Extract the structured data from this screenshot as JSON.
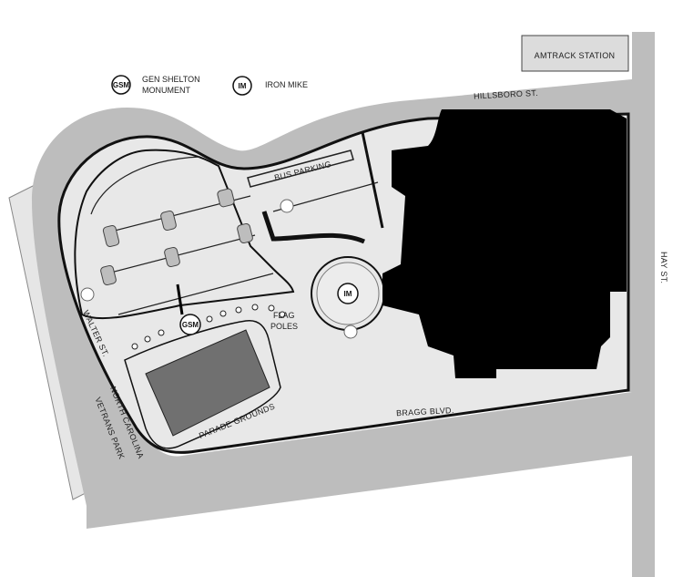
{
  "legend": {
    "items": [
      {
        "code": "GSM",
        "label_lines": [
          "GEN SHELTON",
          "MONUMENT"
        ]
      },
      {
        "code": "IM",
        "label_lines": [
          "IRON MIKE"
        ]
      }
    ]
  },
  "landmarks": {
    "amtrack": "AMTRACK STATION",
    "veterans_park_lines": [
      "NORTH CAROLINA",
      "VETRANS PARK"
    ],
    "bus_parking": "BUS PARKING",
    "flag_poles_lines": [
      "FLAG",
      "POLES"
    ],
    "parade_grounds": "PARADE GROUNDS",
    "gsm_marker": "GSM",
    "im_marker": "IM"
  },
  "streets": {
    "hillsboro": "HILLSBORO ST.",
    "hay": "HAY ST.",
    "walter": "WALTER ST.",
    "bragg": "BRAGG BLVD."
  },
  "colors": {
    "road": "#bdbdbd",
    "building": "#000000",
    "lot": "#e8e8e8",
    "parade": "#707070",
    "outline": "#111111"
  },
  "icons": {
    "handicap": "wheelchair-icon"
  }
}
